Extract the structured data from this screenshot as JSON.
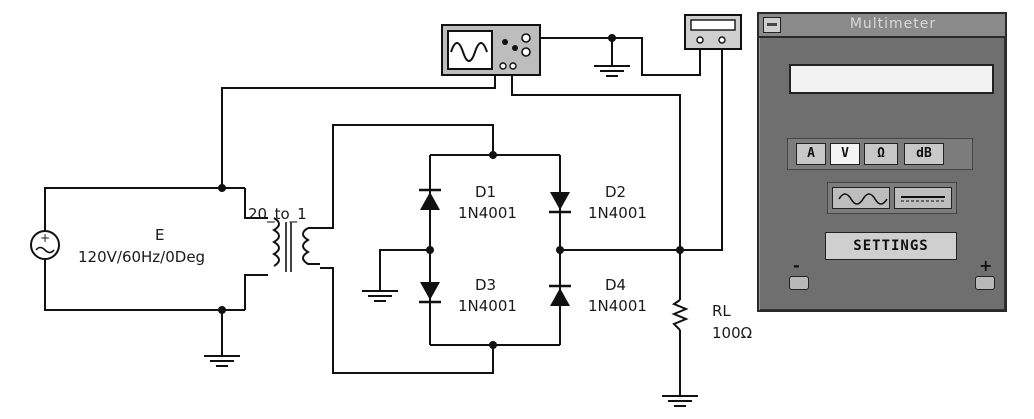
{
  "circuit": {
    "source_label": "E",
    "source_value": "120V/60Hz/0Deg",
    "transformer_label": "20_to_1",
    "diodes": [
      {
        "name": "D1",
        "model": "1N4001"
      },
      {
        "name": "D2",
        "model": "1N4001"
      },
      {
        "name": "D3",
        "model": "1N4001"
      },
      {
        "name": "D4",
        "model": "1N4001"
      }
    ],
    "load_label": "RL",
    "load_value": "100Ω"
  },
  "multimeter": {
    "title": "Multimeter",
    "display_value": "",
    "modes": [
      "A",
      "V",
      "Ω",
      "dB"
    ],
    "selected_mode": "V",
    "settings_label": "SETTINGS",
    "minus_label": "-",
    "plus_label": "+"
  },
  "icons": {
    "source": "ac-source-icon",
    "transformer": "transformer-icon",
    "diode": "diode-icon",
    "resistor": "resistor-icon",
    "ground": "ground-icon",
    "oscilloscope": "oscilloscope-icon",
    "multimeter": "multimeter-icon"
  }
}
